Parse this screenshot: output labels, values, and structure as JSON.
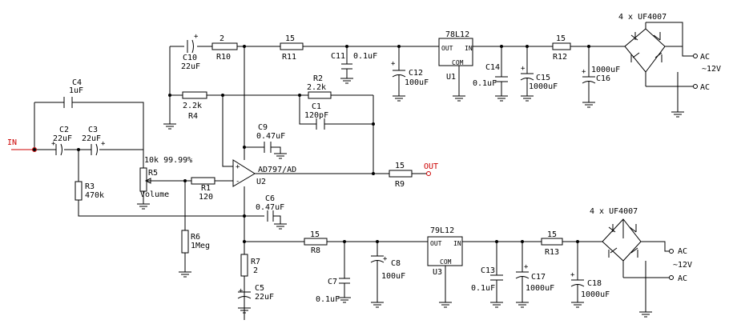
{
  "labels": {
    "r10": "R10",
    "r10_val": "2",
    "r11": "R11",
    "r11_val": "15",
    "r12": "R12",
    "r12_val": "15",
    "r13": "R13",
    "r13_val": "15",
    "r8": "R8",
    "r8_val": "15",
    "r9": "R9",
    "r9_val": "15",
    "r4": "R4",
    "r4_val": "2.2k",
    "r2": "R2",
    "r2_val": "2.2k",
    "r1": "R1",
    "r1_val": "120",
    "r3": "R3",
    "r3_val": "470k",
    "r5": "R5",
    "r5_val": "10k 99.99%",
    "r5_name": "Volume",
    "r6": "R6",
    "r6_val": "1Meg",
    "r7": "R7",
    "r7_val": "2",
    "c1": "C1",
    "c1_val": "120pF",
    "c2": "C2",
    "c2_val": "22uF",
    "c3": "C3",
    "c3_val": "22uF",
    "c4": "C4",
    "c4_val": "1uF",
    "c5": "C5",
    "c5_val": "22uF",
    "c6": "C6",
    "c6_val": "0.47uF",
    "c7": "C7",
    "c7_val": "0.1uF",
    "c8": "C8",
    "c8_val": "100uF",
    "c9": "C9",
    "c9_val": "0.47uF",
    "c10": "C10",
    "c10_val": "22uF",
    "c11": "C11",
    "c11_val": "0.1uF",
    "c12": "C12",
    "c12_val": "100uF",
    "c13": "C13",
    "c13_val": "0.1uF",
    "c14": "C14",
    "c14_val": "0.1uF",
    "c15": "C15",
    "c15_val": "1000uF",
    "c16": "C16",
    "c16_val": "1000uF",
    "c17": "C17",
    "c17_val": "1000uF",
    "c18": "C18",
    "c18_val": "1000uF",
    "u1": "U1",
    "u1_part": "78L12",
    "u2": "U2",
    "u2_part": "AD797/AD",
    "u3": "U3",
    "u3_part": "79L12",
    "reg_out": "OUT",
    "reg_in": "IN",
    "reg_com": "COM",
    "bridge_top": "4 x UF4007",
    "bridge_bot": "4 x UF4007",
    "ac": "AC",
    "supply": "~12V",
    "in": "IN",
    "out": "OUT",
    "plus": "+",
    "minus": "-"
  },
  "colors": {
    "signal_port": "#cc0000",
    "line": "#000000"
  }
}
